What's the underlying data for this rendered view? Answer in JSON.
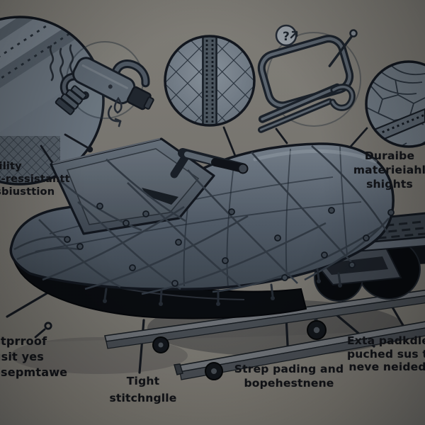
{
  "callouts": {
    "quality": {
      "line1": "uility",
      "line2": "w-ressistantt",
      "line3": "isbiusttion"
    },
    "durable": {
      "line1": "Duraibe",
      "line2": "materieiahl",
      "line3": "shights"
    },
    "waterproof": {
      "line1": "atprroof",
      "line2": "usit yes",
      "line3": "esepmtawe"
    },
    "tight": {
      "line1": "Tight",
      "line2": "stitchnglle"
    },
    "strap": {
      "line1": "Strep pading and",
      "line2": "bopehestnene"
    },
    "extra": {
      "line1": "Exta padkdle",
      "line2": "puched sus to",
      "line3": "neve neided"
    },
    "question_mark": "?"
  },
  "icons": {
    "fabric_layers": "fabric-layers-closeup",
    "heat_gun": "heat-gun",
    "heat_waves": "heat-waves",
    "drip_arrow": "drip-arrow",
    "quilted_fabric": "quilted-fabric-closeup",
    "zipper_seam": "zipper-seam",
    "strap_buckle": "strap-buckle",
    "question_badge": "question-badge",
    "textured_fabric": "textured-fabric-closeup"
  },
  "colors": {
    "background": "#8d8a83",
    "outline": "#141a23",
    "cover": "#5f6b79",
    "cover_highlight": "#8a96a3",
    "hull_black": "#0a0d11",
    "circle_fabric": "#8b96a1",
    "label_text": "#15171c"
  }
}
